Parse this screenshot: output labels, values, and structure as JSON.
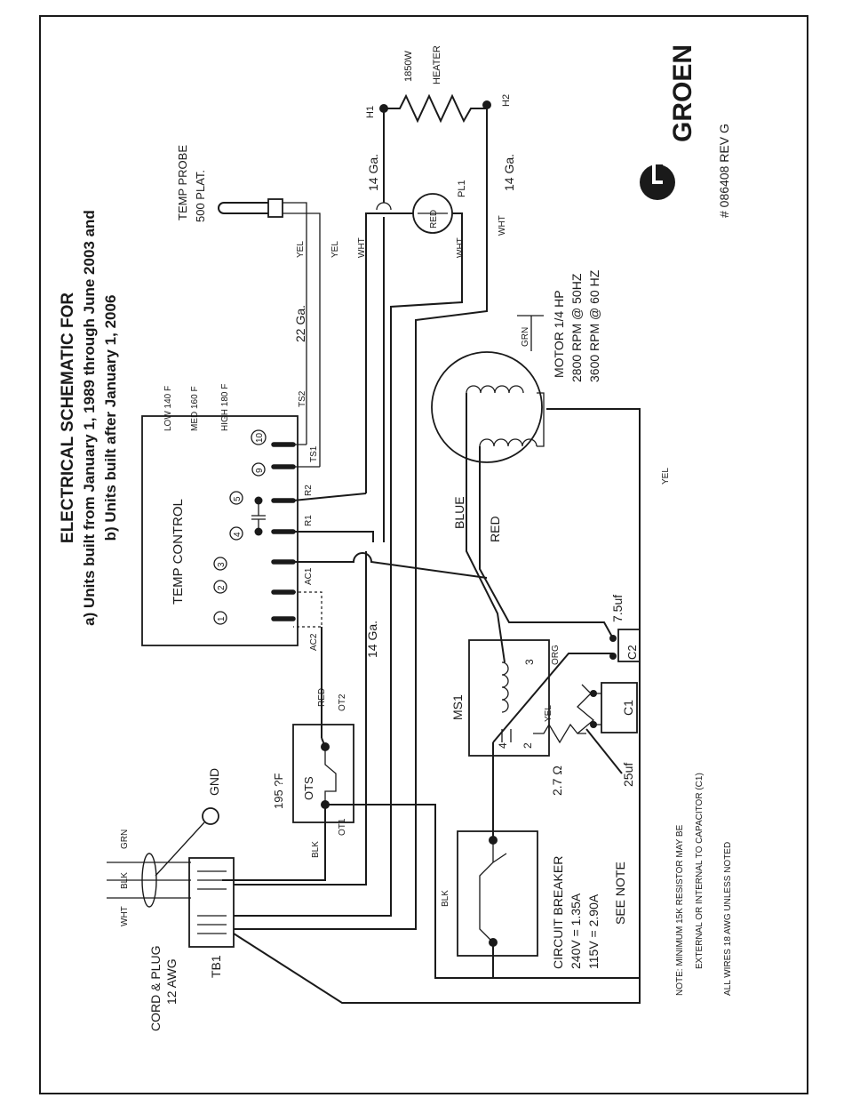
{
  "title": {
    "line1": "ELECTRICAL SCHEMATIC FOR",
    "line2": "a) Units built from January 1, 1989 through June 2003 and",
    "line3": "b) Units built after January 1, 2006"
  },
  "brand": {
    "logo_text": "GROEN",
    "part_number": "# 086408 REV G"
  },
  "heater": {
    "rating": "1850W",
    "name": "HEATER",
    "h1": "H1",
    "h2": "H2"
  },
  "wire_gauges": {
    "g14": "14 Ga.",
    "g22": "22 Ga."
  },
  "pilot_light": {
    "label": "PL1",
    "lens": "RED"
  },
  "probe": {
    "name": "TEMP PROBE",
    "spec": "500 PLAT."
  },
  "settings": {
    "low": "LOW 140 F",
    "med": "MED 160 F",
    "high": "HIGH 180 F"
  },
  "temp_control": {
    "title": "TEMP CONTROL",
    "terminals": [
      "1",
      "2",
      "3",
      "4",
      "5",
      "9",
      "10"
    ],
    "ts2": "TS2",
    "ts1": "TS1",
    "r2": "R2",
    "r1": "R1",
    "ac1": "AC1",
    "ac2": "AC2"
  },
  "wire_colors": {
    "yel": "YEL",
    "wht": "WHT",
    "red": "RED",
    "blk": "BLK",
    "grn": "GRN",
    "org": "ORG",
    "blue": "BLUE"
  },
  "motor": {
    "line1": "MOTOR 1/4 HP",
    "line2": "2800 RPM @ 50HZ",
    "line3": "3600 RPM @ 60 HZ"
  },
  "ots": {
    "name": "OTS",
    "temp": "195 ?F",
    "ot1": "OT1",
    "ot2": "OT2"
  },
  "ground": "GND",
  "cord": {
    "line1": "CORD & PLUG",
    "line2": "12 AWG"
  },
  "tb1": "TB1",
  "breaker": {
    "line1": "CIRCUIT    BREAKER",
    "line2": "240V = 1.35A",
    "line3": "115V = 2.90A"
  },
  "ms1": {
    "name": "MS1",
    "pin4": "4",
    "pin3": "3",
    "pin2": "2"
  },
  "capacitors": {
    "c1": "C1",
    "c2": "C2",
    "c1_value": "25uf",
    "c2_value": "7.5uf",
    "resistor": "2.7 Ω"
  },
  "see_note": "SEE NOTE",
  "notes": {
    "line1": "NOTE: MINIMUM 15K RESISTOR MAY BE",
    "line2": "EXTERNAL OR INTERNAL TO CAPACITOR (C1)",
    "line3": "ALL WIRES 18 AWG UNLESS NOTED"
  }
}
